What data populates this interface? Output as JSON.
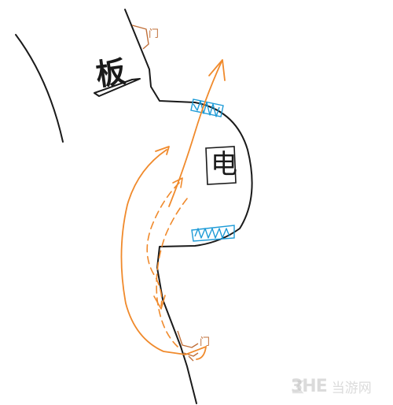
{
  "labels": {
    "board": "板",
    "electric": "电",
    "door": "门"
  },
  "watermark": {
    "logo": "3HE",
    "site": "当游网"
  },
  "colors": {
    "wall": "#1a1a1a",
    "route": "#f08a2c",
    "spring": "#1e9bd7",
    "door": "#c0703a"
  }
}
